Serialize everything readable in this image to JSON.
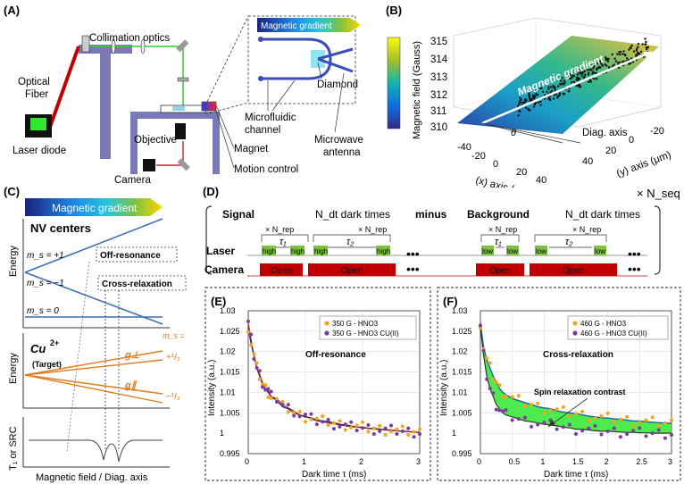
{
  "panels": {
    "A": {
      "label": "(A)",
      "collimation": "Collimation optics",
      "optical_fiber": "Optical\nFiber",
      "laser_diode": "Laser diode",
      "objective": "Objective",
      "camera": "Camera",
      "magnet": "Magnet",
      "motion": "Motion control",
      "microfluidic": "Microfluidic\nchannel",
      "microwave": "Microwave\nantenna",
      "diamond": "Diamond",
      "inset_title": "Magnetic gradient"
    },
    "B": {
      "label": "(B)",
      "zlabel": "Magnetic field (Gauss)",
      "zticks": [
        "315",
        "314",
        "313",
        "312",
        "311",
        "310"
      ],
      "gradient_label": "Magnetic gradient",
      "theta": "θ",
      "diag_axis": "Diag. axis",
      "xlabel": "(x) axis (μm)",
      "ylabel": "(y) axis (μm)",
      "xticks": [
        "-40",
        "-20",
        "0",
        "20",
        "40"
      ],
      "yticks": [
        "-20",
        "0",
        "20",
        "40"
      ]
    },
    "C": {
      "label": "(C)",
      "bar_title": "Magnetic gradient",
      "nv_title": "NV centers",
      "energy": "Energy",
      "ms_p1": "m_s = +1",
      "ms_m1": "m_s = −1",
      "ms_0": "m_s = 0",
      "off_res": "Off-resonance",
      "cross": "Cross-relaxation",
      "cu": "Cu",
      "cu_sup": "2+",
      "target": "(Target)",
      "ms_eq": "m_s =",
      "plus_half": "+¹/₂",
      "minus_half": "−¹/₂",
      "g_perp": "g⊥",
      "g_par": "g∥",
      "t1": "T₁ or SRC",
      "xlabel": "Magnetic field  /  Diag. axis"
    },
    "D": {
      "label": "(D)",
      "nseq": "× N_seq",
      "signal": "Signal",
      "background": "Background",
      "minus": "minus",
      "ndt1": "N_dt dark times",
      "ndt2": "N_dt dark times",
      "nrep": "× N_rep",
      "tau1": "τ₁",
      "tau2": "τ₂",
      "laser": "Laser",
      "camera": "Camera",
      "high": "high",
      "low": "low",
      "open": "Open",
      "dots": "•••"
    },
    "E": {
      "label": "(E)",
      "note": "Off-resonance",
      "ylabel": "Intensity (a.u.)",
      "xlabel": "Dark time τ (ms)"
    },
    "F": {
      "label": "(F)",
      "note": "Cross-relaxation",
      "contrast": "Spin relaxation contrast",
      "ylabel": "Intensity (a.u.)",
      "xlabel": "Dark time τ (ms)"
    }
  },
  "colors": {
    "orange": "#f5a41a",
    "purple": "#7a3d9c",
    "nv_blue": "#3a6db5",
    "cu_orange": "#e07b20",
    "laser_green": "#7dc242",
    "camera_red": "#c00000",
    "fill_green": "#2ee82e"
  },
  "chart_data": [
    {
      "type": "scatter",
      "panel": "E",
      "xlim": [
        0,
        3
      ],
      "ylim": [
        0.995,
        1.03
      ],
      "xticks": [
        "0",
        "1",
        "2",
        "3"
      ],
      "yticks": [
        "0.995",
        "1",
        "1.005",
        "1.01",
        "1.015",
        "1.02",
        "1.025",
        "1.03"
      ],
      "grid": true,
      "legend": "top-right",
      "series": [
        {
          "name": "350 G - HNO3",
          "color": "#f5a41a",
          "x": [
            0,
            0.05,
            0.1,
            0.15,
            0.2,
            0.25,
            0.3,
            0.35,
            0.4,
            0.5,
            0.6,
            0.7,
            0.8,
            0.9,
            1.0,
            1.1,
            1.2,
            1.3,
            1.4,
            1.5,
            1.6,
            1.7,
            1.8,
            1.9,
            2.0,
            2.1,
            2.2,
            2.3,
            2.4,
            2.5,
            2.6,
            2.7,
            2.8,
            2.9,
            3.0
          ],
          "y": [
            1.026,
            1.022,
            1.019,
            1.016,
            1.014,
            1.012,
            1.011,
            1.01,
            1.009,
            1.008,
            1.0065,
            1.006,
            1.005,
            1.0045,
            1.004,
            1.0038,
            1.0032,
            1.003,
            1.0028,
            1.0025,
            1.0022,
            1.002,
            1.0018,
            1.0015,
            1.0015,
            1.0012,
            1.0012,
            1.001,
            1.0008,
            1.0008,
            1.0006,
            1.0005,
            1.0004,
            1.0003,
            1.0002
          ]
        },
        {
          "name": "350 G - HNO3 CU(II)",
          "color": "#7a3d9c",
          "x": [
            0,
            0.05,
            0.1,
            0.15,
            0.2,
            0.25,
            0.3,
            0.35,
            0.4,
            0.5,
            0.6,
            0.7,
            0.8,
            0.9,
            1.0,
            1.1,
            1.2,
            1.3,
            1.4,
            1.5,
            1.6,
            1.7,
            1.8,
            1.9,
            2.0,
            2.1,
            2.2,
            2.3,
            2.4,
            2.5,
            2.6,
            2.7,
            2.8,
            2.9,
            3.0
          ],
          "y": [
            1.027,
            1.023,
            1.019,
            1.016,
            1.0145,
            1.0125,
            1.011,
            1.0105,
            1.009,
            1.0085,
            1.007,
            1.0062,
            1.0055,
            1.0045,
            1.0042,
            1.0035,
            1.003,
            1.0028,
            1.0025,
            1.0023,
            1.002,
            1.0018,
            1.0015,
            1.0015,
            1.0013,
            1.0012,
            1.001,
            1.0009,
            1.0008,
            1.0007,
            1.0006,
            1.0005,
            1.0004,
            1.0003,
            1.0002
          ]
        }
      ]
    },
    {
      "type": "scatter",
      "panel": "F",
      "xlim": [
        0,
        3
      ],
      "ylim": [
        0.995,
        1.03
      ],
      "xticks": [
        "0",
        "0.5",
        "1",
        "1.5",
        "2",
        "2.5",
        "3"
      ],
      "yticks": [
        "0.995",
        "1",
        "1.005",
        "1.01",
        "1.015",
        "1.02",
        "1.025",
        "1.03"
      ],
      "grid": true,
      "legend": "top-right",
      "series": [
        {
          "name": "460 G - HNO3",
          "color": "#f5a41a",
          "x": [
            0,
            0.05,
            0.1,
            0.15,
            0.2,
            0.25,
            0.3,
            0.35,
            0.4,
            0.5,
            0.6,
            0.7,
            0.8,
            0.9,
            1.0,
            1.1,
            1.2,
            1.3,
            1.4,
            1.5,
            1.6,
            1.7,
            1.8,
            1.9,
            2.0,
            2.1,
            2.2,
            2.3,
            2.4,
            2.5,
            2.6,
            2.7,
            2.8,
            2.9,
            3.0
          ],
          "y": [
            1.027,
            1.021,
            1.018,
            1.016,
            1.014,
            1.0125,
            1.011,
            1.01,
            1.0095,
            1.0085,
            1.008,
            1.0075,
            1.007,
            1.0065,
            1.0062,
            1.006,
            1.0055,
            1.0052,
            1.005,
            1.0048,
            1.0045,
            1.0042,
            1.004,
            1.0038,
            1.0037,
            1.0035,
            1.0034,
            1.0032,
            1.003,
            1.003,
            1.0028,
            1.0027,
            1.0026,
            1.0025,
            1.0024
          ]
        },
        {
          "name": "460 G - HNO3 CU(II)",
          "color": "#7a3d9c",
          "x": [
            0,
            0.05,
            0.1,
            0.15,
            0.2,
            0.25,
            0.3,
            0.35,
            0.4,
            0.5,
            0.6,
            0.7,
            0.8,
            0.9,
            1.0,
            1.1,
            1.2,
            1.3,
            1.4,
            1.5,
            1.6,
            1.7,
            1.8,
            1.9,
            2.0,
            2.1,
            2.2,
            2.3,
            2.4,
            2.5,
            2.6,
            2.7,
            2.8,
            2.9,
            3.0
          ],
          "y": [
            1.026,
            1.019,
            1.014,
            1.011,
            1.009,
            1.007,
            1.006,
            1.005,
            1.0045,
            1.004,
            1.0035,
            1.003,
            1.0028,
            1.0025,
            1.0022,
            1.002,
            1.0018,
            1.0015,
            1.0013,
            1.001,
            1.001,
            1.0008,
            1.0006,
            1.0005,
            1.0005,
            1.0004,
            1.0003,
            1.0002,
            1.0002,
            1.0001,
            1.0001,
            1.0,
            1.0,
            1.0,
            1.0
          ]
        }
      ]
    }
  ]
}
